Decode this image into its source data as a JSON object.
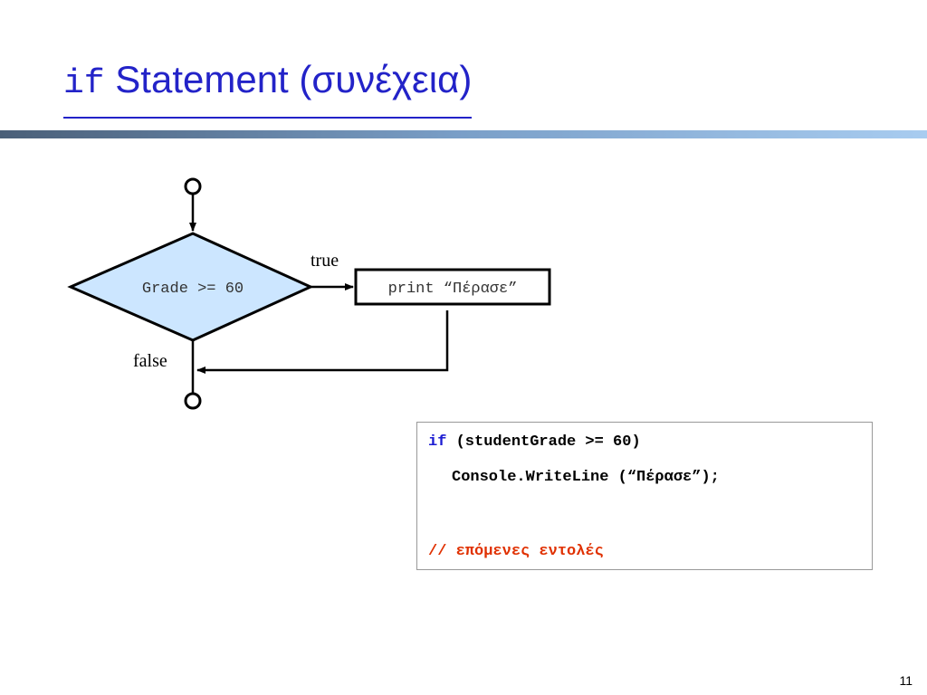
{
  "title": {
    "keyword": "if",
    "text": " Statement (συνέχεια)"
  },
  "flowchart": {
    "decision_label": "Grade >= 60",
    "action_label": "print “Πέρασε”",
    "true_label": "true",
    "false_label": "false"
  },
  "code": {
    "line1_keyword": "if",
    "line1_rest": " (studentGrade >= 60)",
    "line2": "Console.WriteLine (“Πέρασε”);",
    "line3_comment": "// επόμενες εντολές"
  },
  "page_number": "11",
  "colors": {
    "title": "#2323c8",
    "diamond_fill": "#cce6ff",
    "code_keyword": "#1c1cd2",
    "code_comment": "#e03000"
  }
}
